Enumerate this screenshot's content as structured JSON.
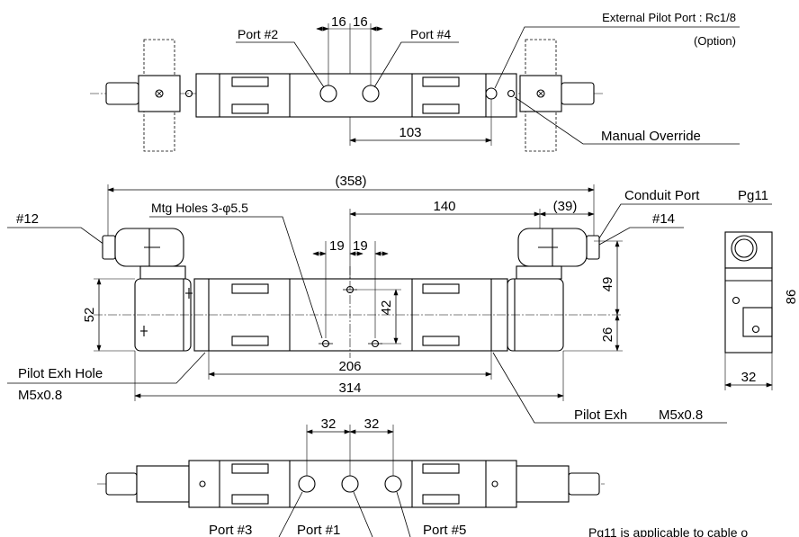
{
  "top_view": {
    "port2_label": "Port #2",
    "port4_label": "Port #4",
    "dim_16a": "16",
    "dim_16b": "16",
    "dim_103": "103",
    "external_pilot_label": "External Pilot Port : Rc1/8",
    "option_label": "(Option)",
    "manual_override_label": "Manual Override"
  },
  "front_view": {
    "dim_358": "(358)",
    "dim_140": "140",
    "dim_39": "(39)",
    "conduit_port_label": "Conduit Port",
    "pg11_label": "Pg11",
    "label_12": "#12",
    "label_14": "#14",
    "mtg_holes_label": "Mtg Holes 3-φ5.5",
    "dim_19a": "19",
    "dim_19b": "19",
    "dim_42": "42",
    "dim_49": "49",
    "dim_52": "52",
    "dim_26": "26",
    "dim_206": "206",
    "dim_314": "314",
    "pilot_exh_hole_label": "Pilot Exh Hole",
    "m5_left_label": "M5x0.8",
    "pilot_exh_label": "Pilot Exh",
    "m5_right_label": "M5x0.8"
  },
  "side_view": {
    "dim_86": "86",
    "dim_32": "32"
  },
  "bottom_view": {
    "dim_32a": "32",
    "dim_32b": "32",
    "port3_label": "Port #3",
    "port1_label": "Port #1",
    "port5_label": "Port #5"
  },
  "footnote": {
    "text": "Pg11 is applicable to cable o"
  }
}
